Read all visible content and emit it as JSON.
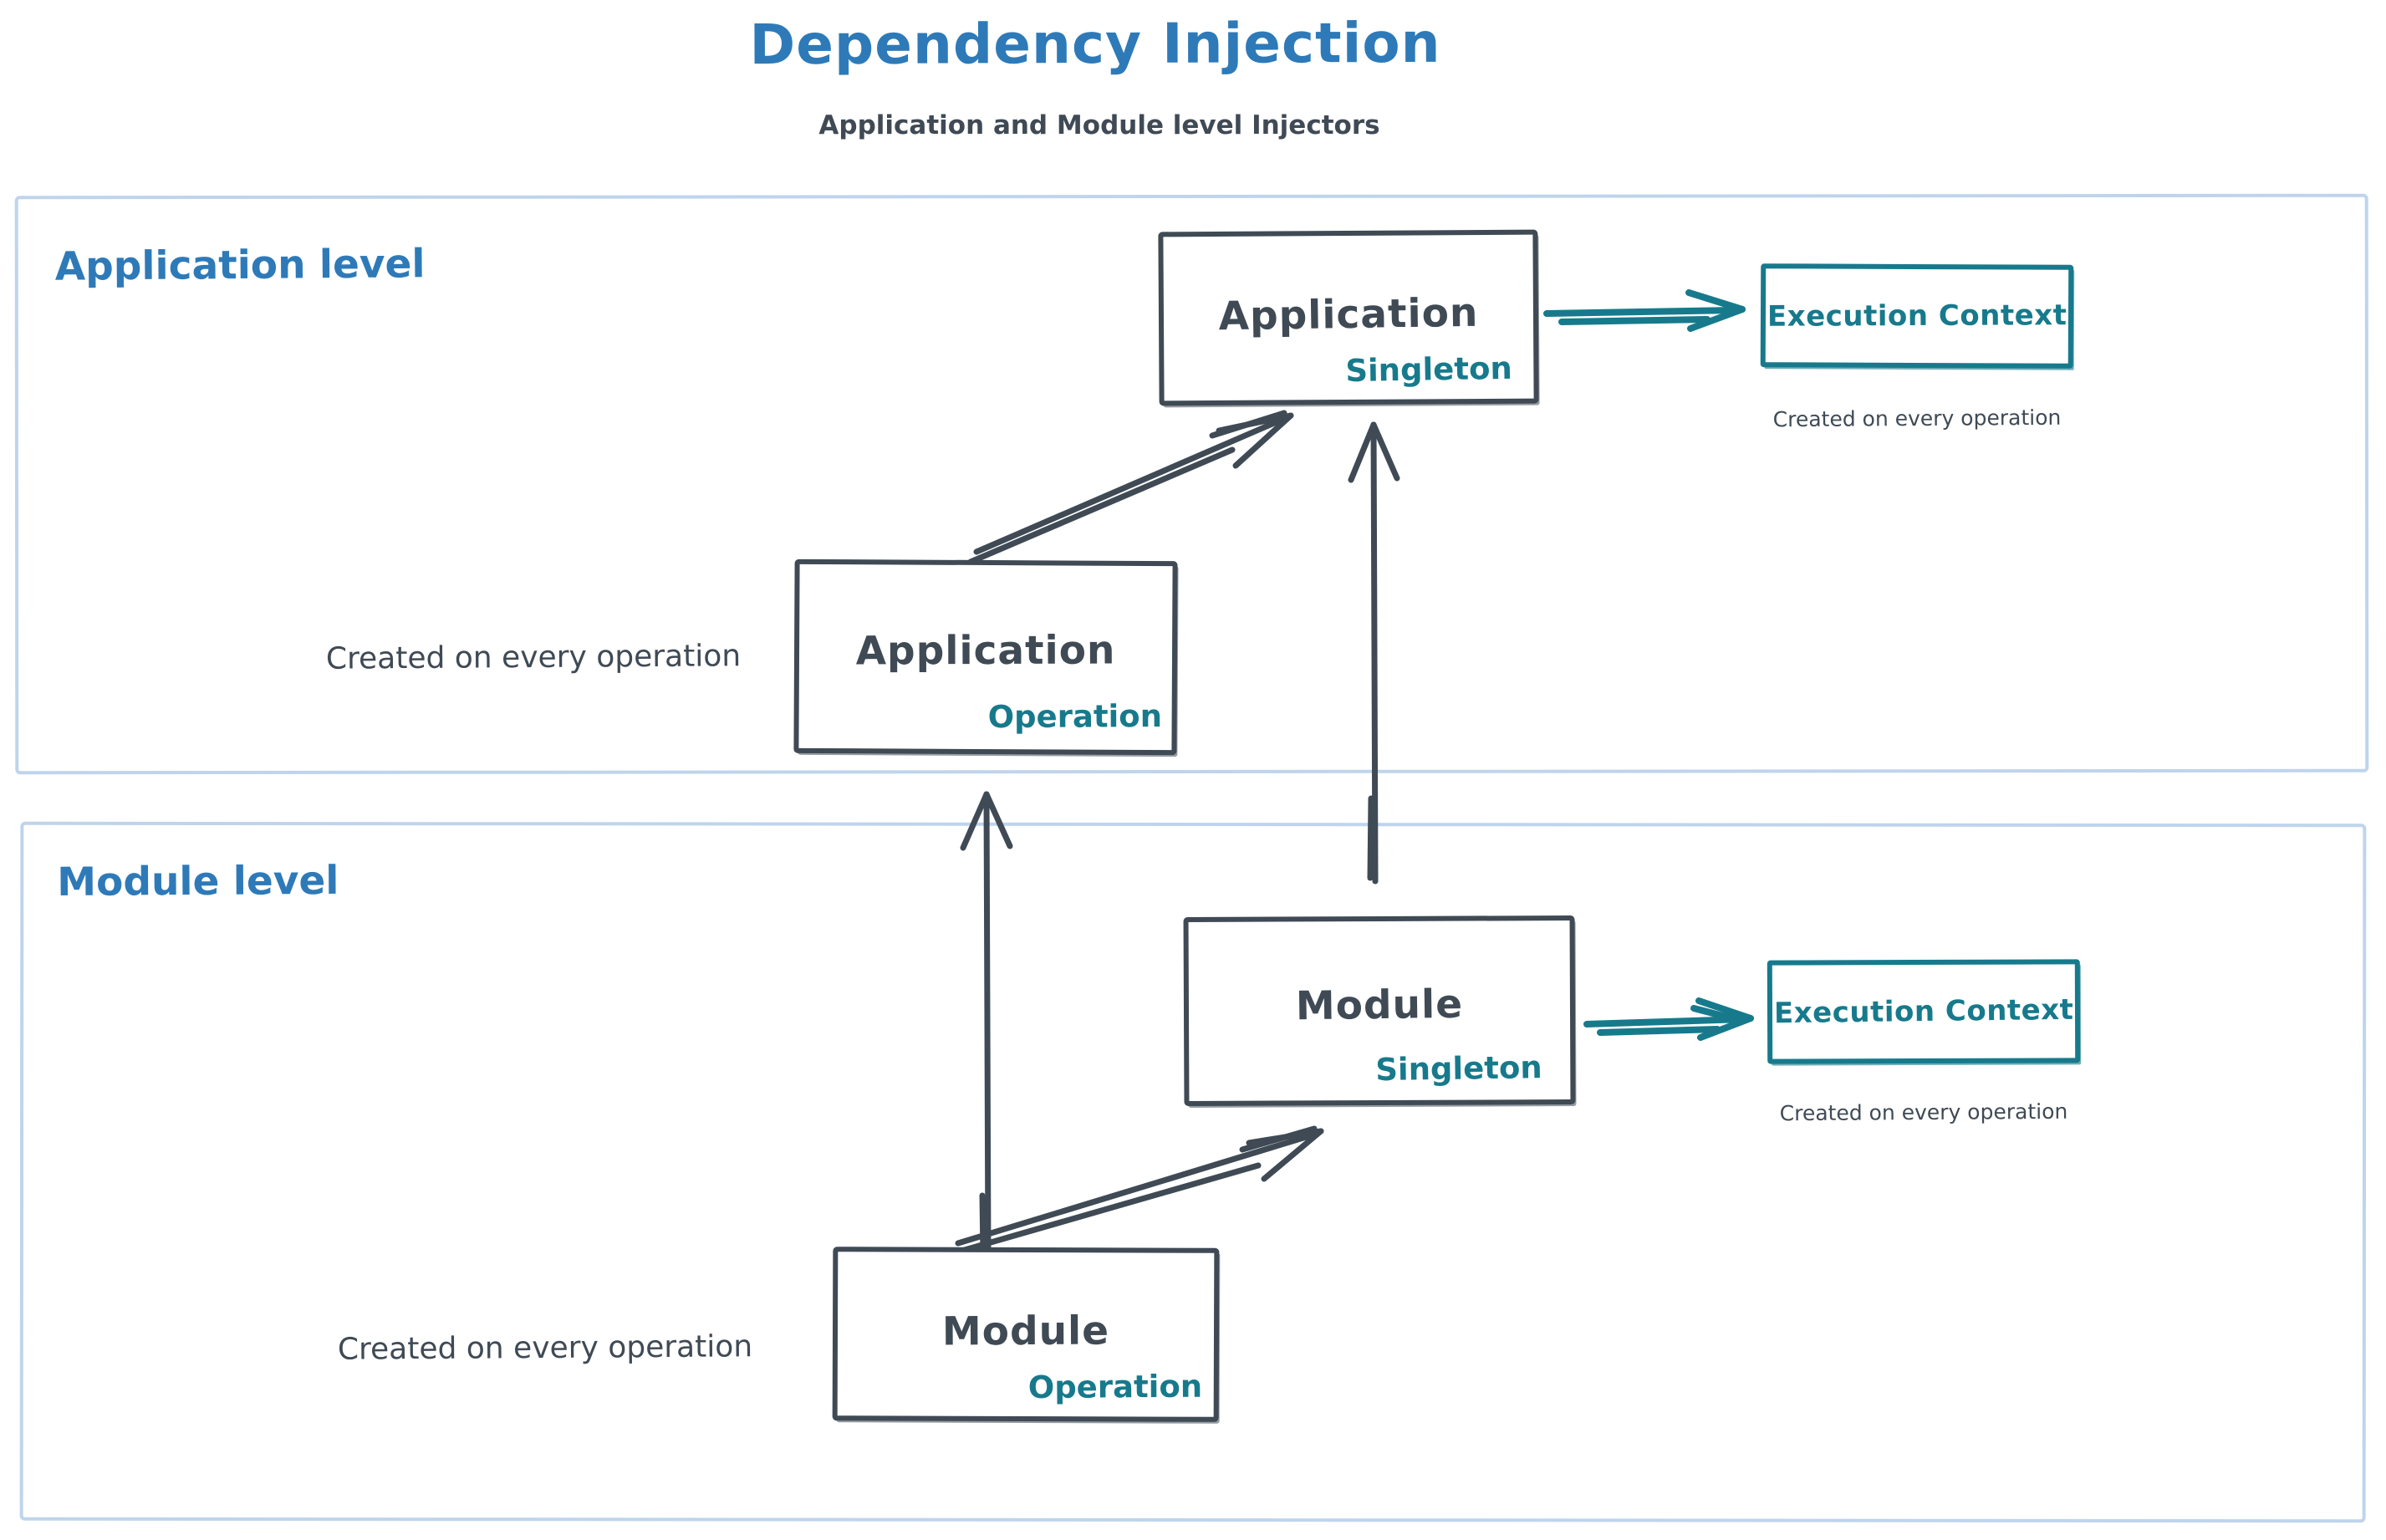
{
  "title": "Dependency Injection",
  "subtitle": "Application and Module level Injectors",
  "colors": {
    "blue": "#2e7ab8",
    "ink": "#3f4a55",
    "teal": "#177a8c",
    "container": "#bfd4ec"
  },
  "application_level": {
    "label": "Application level",
    "singleton_box": {
      "title": "Application",
      "scope": "Singleton"
    },
    "operation_box": {
      "title": "Application",
      "scope": "Operation"
    },
    "operation_note": "Created on every operation",
    "execution_context": {
      "label": "Execution Context",
      "note": "Created on every operation"
    }
  },
  "module_level": {
    "label": "Module level",
    "singleton_box": {
      "title": "Module",
      "scope": "Singleton"
    },
    "operation_box": {
      "title": "Module",
      "scope": "Operation"
    },
    "operation_note": "Created on every operation",
    "execution_context": {
      "label": "Execution Context",
      "note": "Created on every operation"
    }
  },
  "arrows": [
    {
      "name": "application-operation-to-application-singleton",
      "style": "sketch-diagonal"
    },
    {
      "name": "module-singleton-to-application-singleton",
      "style": "sketch-vertical"
    },
    {
      "name": "module-operation-to-application-operation",
      "style": "sketch-vertical"
    },
    {
      "name": "module-operation-to-module-singleton",
      "style": "sketch-diagonal"
    },
    {
      "name": "application-singleton-to-execution-context",
      "style": "teal-horizontal"
    },
    {
      "name": "module-singleton-to-execution-context",
      "style": "teal-horizontal"
    }
  ]
}
